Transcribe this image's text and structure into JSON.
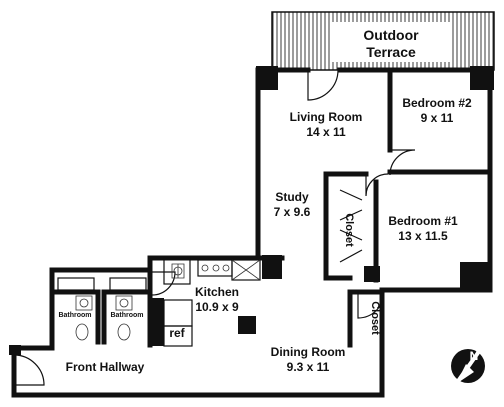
{
  "rooms": {
    "terrace": {
      "line1": "Outdoor",
      "line2": "Terrace"
    },
    "living_room": {
      "name": "Living Room",
      "size": "14 x 11"
    },
    "bedroom2": {
      "name": "Bedroom #2",
      "size": "9 x 11"
    },
    "study": {
      "name": "Study",
      "size": "7 x 9.6"
    },
    "bedroom1": {
      "name": "Bedroom #1",
      "size": "13 x 11.5"
    },
    "closet_bedroom": {
      "name": "Closet"
    },
    "closet_dining": {
      "name": "Closet"
    },
    "kitchen": {
      "name": "Kitchen",
      "size": "10.9 x 9"
    },
    "ref": {
      "name": "ref"
    },
    "bathroom_left": {
      "name": "Bathroom"
    },
    "bathroom_right": {
      "name": "Bathroom"
    },
    "dining_room": {
      "name": "Dining Room",
      "size": "9.3 x 11"
    },
    "front_hallway": {
      "name": "Front Hallway"
    }
  },
  "compass": {
    "label": "N",
    "icon": "north-arrow-icon"
  },
  "colors": {
    "line": "#111111",
    "background": "#ffffff"
  }
}
